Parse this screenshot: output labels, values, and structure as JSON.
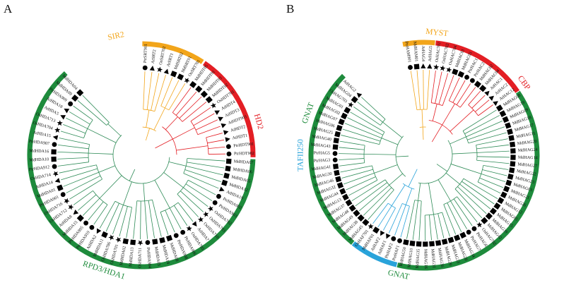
{
  "panels": [
    {
      "letter": "A",
      "groups": [
        {
          "name": "SIR2",
          "color": "#F2A51A"
        },
        {
          "name": "HD2",
          "color": "#E31E24"
        },
        {
          "name": "RPD3/HDA1",
          "color": "#1E8B3C"
        }
      ],
      "leaves": [
        "PtrSRT901",
        "AtSRT2",
        "OsSRT702",
        "AtSRT1",
        "MdSRT02",
        "MdSRT01",
        "OsSRT701",
        "MdHDT05",
        "MdHDT01",
        "MdHDT03",
        "MdHDT02",
        "OsHDT701",
        "AtHDT4",
        "AtHDT3",
        "AtHDT903",
        "AtHDT2",
        "AtHDT1",
        "PtrHDT901",
        "PtrHDT902",
        "MdHDA07",
        "MdHDA06",
        "MdHDA05",
        "MdHDA12",
        "AtHDA19",
        "PtrHDA902",
        "PtrHDA903",
        "OsHDA702",
        "OsHDA703",
        "OsHDA710",
        "AtHDA7",
        "OsHDA705",
        "PtrHDA906",
        "PtrHDA908",
        "MdHDA08",
        "MdHDA14",
        "MdHDA03",
        "PtrHDA904",
        "OsHDA711",
        "MdHDA13",
        "MdHDA02",
        "OsHDA701",
        "OsHDA706",
        "MdHDA11",
        "AtHDA2",
        "PtrHDA910",
        "PtrHDA905",
        "MdHDA15",
        "AtHDA8",
        "OsHDA712",
        "OsHDA716",
        "PtrHDA901",
        "MdHDA01",
        "AtHDA14",
        "OsHDA714",
        "PtrHDA912",
        "MdHDA10",
        "MdHDA16",
        "PtrHDA907",
        "AtHDA15",
        "OsHDA704",
        "OsHDA713",
        "AtHDA5",
        "AtHDA18",
        "PtrHDA909",
        "MdHDA09",
        "MdHDA04"
      ]
    },
    {
      "letter": "B",
      "groups": [
        {
          "name": "MYST",
          "color": "#F2A51A"
        },
        {
          "name": "CBP",
          "color": "#E31E24"
        },
        {
          "name": "GNAT",
          "color": "#1E8B3C"
        },
        {
          "name": "TAFII250",
          "color": "#29A3DA"
        },
        {
          "name": "GNAT",
          "color": "#1E8B3C"
        }
      ],
      "leaves": [
        "PtrHAM901",
        "MdHAM01",
        "AtHAG4",
        "AtHAG5",
        "OsHAC701",
        "OsHAC702",
        "OsHAC704",
        "MdHAC01",
        "MdHAC03",
        "PtrHAC1",
        "PtrHAC2",
        "MdHAC02",
        "MdHAC04",
        "AtHAC1",
        "AtHAC2",
        "AtHAC12",
        "MdHAG08",
        "MdHAG19",
        "MdHAG09",
        "MdHAG18",
        "MdHAG17",
        "MdHAG11",
        "MdHAG20",
        "MdHAG24",
        "MdHAG14",
        "MdHAG27",
        "MdHAG22",
        "MdHAG23",
        "MdHAG03",
        "MdHAG21",
        "MdHAG26",
        "MdHAG12",
        "MdHAG05",
        "MdHAG15",
        "MdHAG39",
        "MdHAG42",
        "OsHAG702",
        "PtrHAG6",
        "PtrHAG7",
        "MdHAG34",
        "MdHAG28",
        "MdHAG33",
        "MdHAG29",
        "MdHAG36",
        "MdHAG31",
        "MdHAG16",
        "MdHAG35",
        "MdHAG10",
        "MdHAG50",
        "PtrHAF1",
        "PtrHAF2",
        "AtHAF1",
        "AtHAF2",
        "MdHAF01",
        "OsHAF701",
        "MdHAG45",
        "MdHAG38",
        "MdHAG49",
        "MdHAG48",
        "MdHAG37",
        "MdHAG13",
        "MdHAG44",
        "MdHAG32",
        "MdHAG46",
        "MdHAG30",
        "MdHAG41",
        "PtrHAG3",
        "PtrHAG5",
        "MdHAG43",
        "MdHAG40",
        "MdHAG25",
        "MdHAG06",
        "MdHAG07",
        "MdHAG02",
        "MdHAG01",
        "OsHAG703",
        "MdHAG04",
        "AtHAG2"
      ]
    }
  ],
  "colors": {
    "branch_default": "#2E8B57",
    "marker": "#000000"
  }
}
